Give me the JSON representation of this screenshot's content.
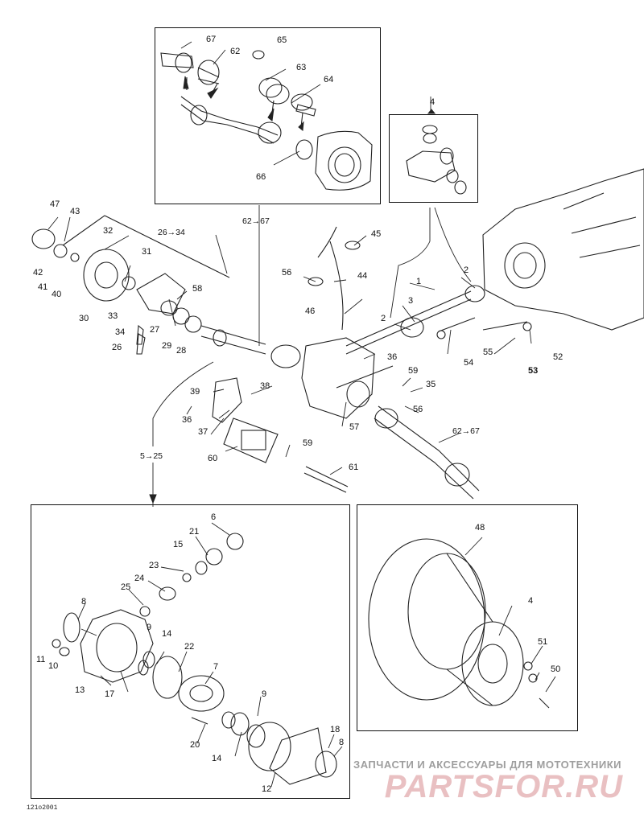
{
  "watermark": {
    "caption": "ЗАПЧАСТИ И АКСЕССУАРЫ ДЛЯ МОТОТЕХНИКИ",
    "brand": "PARTSFOR.RU"
  },
  "diagram_code": "121o2001",
  "references": {
    "top_box": "62→67",
    "lower_box": "5→25",
    "hub_group": "26→34",
    "right_axle": "62→67"
  },
  "labels": {
    "p1": "1",
    "p2a": "2",
    "p2b": "2",
    "p3": "3",
    "p4a": "4",
    "p4b": "4",
    "p6": "6",
    "p7": "7",
    "p8a": "8",
    "p8b": "8",
    "p9a": "9",
    "p9b": "9",
    "p10": "10",
    "p11": "11",
    "p12": "12",
    "p13": "13",
    "p14a": "14",
    "p14b": "14",
    "p15": "15",
    "p17": "17",
    "p18": "18",
    "p20": "20",
    "p21": "21",
    "p22": "22",
    "p23": "23",
    "p24": "24",
    "p25": "25",
    "p26": "26",
    "p27": "27",
    "p28": "28",
    "p29": "29",
    "p30": "30",
    "p31": "31",
    "p32": "32",
    "p33": "33",
    "p34": "34",
    "p35": "35",
    "p36a": "36",
    "p36b": "36",
    "p37": "37",
    "p38": "38",
    "p39": "39",
    "p40": "40",
    "p41": "41",
    "p42": "42",
    "p43": "43",
    "p44": "44",
    "p45": "45",
    "p46": "46",
    "p47": "47",
    "p48": "48",
    "p50": "50",
    "p51": "51",
    "p52": "52",
    "p53": "53",
    "p54": "54",
    "p55": "55",
    "p56a": "56",
    "p56b": "56",
    "p57": "57",
    "p58": "58",
    "p59a": "59",
    "p59b": "59",
    "p60": "60",
    "p61": "61",
    "p62": "62",
    "p63": "63",
    "p64": "64",
    "p65": "65",
    "p66": "66",
    "p67": "67"
  }
}
